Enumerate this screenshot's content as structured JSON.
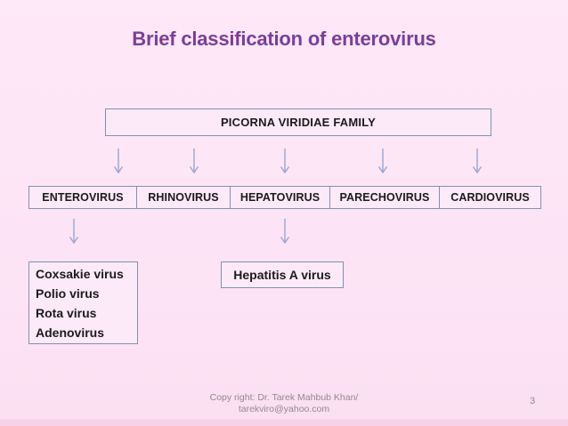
{
  "slide": {
    "title": "Brief classification of enterovirus",
    "page_number": "3",
    "footer": {
      "line1": "Copy right: Dr. Tarek Mahbub Khan/",
      "line2": "tarekviro@yahoo.com"
    }
  },
  "diagram": {
    "root": {
      "label": "PICORNA VIRIDIAE FAMILY"
    },
    "level1": [
      {
        "label": "ENTEROVIRUS"
      },
      {
        "label": "RHINOVIRUS"
      },
      {
        "label": "HEPATOVIRUS"
      },
      {
        "label": "PARECHOVIRUS"
      },
      {
        "label": "CARDIOVIRUS"
      }
    ],
    "level2": {
      "enterovirus_children": {
        "lines": [
          "Coxsakie virus",
          "Polio virus",
          "Rota virus",
          "Adenovirus"
        ]
      },
      "hepatovirus_children": {
        "label": "Hepatitis A virus"
      }
    }
  },
  "icons": {
    "down_arrow": "↓"
  },
  "colors": {
    "background_top": "#fee9f8",
    "background_bottom_band": "#f6d3e9",
    "title_text": "#7c3d98",
    "box_border": "#8092ad",
    "box_fill": "#fdeaf8",
    "arrow": "#97a6d3",
    "diagram_text": "#1b1b1b",
    "footer_text": "#95888e"
  }
}
